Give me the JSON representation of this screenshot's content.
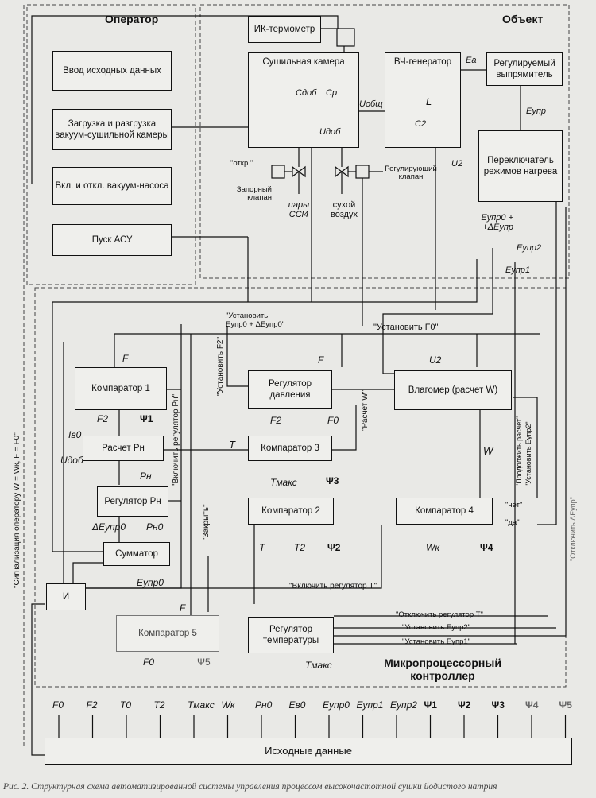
{
  "sections": {
    "operator": "Оператор",
    "object": "Объект",
    "controller": "Микропроцессорный контроллер"
  },
  "operator_boxes": {
    "input": "Ввод исходных данных",
    "load": "Загрузка и разгрузка вакуум-сушильной камеры",
    "pump": "Вкл. и откл. вакуум-насоса",
    "start": "Пуск АСУ"
  },
  "object_boxes": {
    "ir": "ИК-термометр",
    "chamber": "Сушильная камера",
    "hf": "ВЧ-генератор",
    "rect": "Регулируемый выпрямитель",
    "switch": "Переключатель режимов нагрева"
  },
  "controller_boxes": {
    "comp1": "Компаратор 1",
    "calc_pn": "Расчет Pн",
    "reg_pn": "Регулятор Pн",
    "summ": "Сумматор",
    "and": "И",
    "comp5": "Компаратор 5",
    "reg_p": "Регулятор давления",
    "comp3": "Компаратор 3",
    "comp2": "Компаратор 2",
    "reg_t": "Регулятор температуры",
    "moist": "Влагомер (расчет W)",
    "comp4": "Компаратор 4",
    "source": "Исходные данные"
  },
  "labels": {
    "cdob": "Cдоб",
    "cp": "Cр",
    "uobsh": "Uобщ",
    "udob": "Uдоб",
    "L": "L",
    "c2": "C2",
    "ea": "Eа",
    "eupr": "Eупр",
    "u2": "U2",
    "otkr": "\"откр.\"",
    "zapor": "Запорный клапан",
    "regkl": "Регулирующий клапан",
    "pary": "пары CCl4",
    "suhoy": "сухой воздух",
    "eupr0de": "Eупр0 + +ΔEупр",
    "eupr2": "Eупр2",
    "eupr1": "Eупр1",
    "ustanovit": "\"Установить Eупр0 + ΔEупр0\"",
    "ustF0": "\"Установить F0\"",
    "ustF2": "\"Установить F2\"",
    "vkl_pn": "\"Включить регулятор Pн\"",
    "raschetW": "\"Расчет W\"",
    "zakryt": "\"Закрыть\"",
    "signal": "\"Сигнализация оператору W = Wк, F = F0\"",
    "prodolzh": "\"Продолжить расчет\"",
    "ust_eupr2_v": "\"Установить Eупр2\"",
    "otkl_de": "\"Отключить ΔEупр\"",
    "net": "\"нет\"",
    "da": "\"да\"",
    "vkl_t": "\"Включить регулятор T\"",
    "otkl_t": "\"Отключить регулятор T\"",
    "ust_eupr2": "\"Установить Eупр2\"",
    "ust_eupr1": "\"Установить Eупр1\"",
    "F": "F",
    "F_b": "F",
    "F2": "F2",
    "psi1": "Ψ1",
    "Ie0": "Iв0",
    "Udob2": "Uдоб",
    "Pn": "Pн",
    "dE": "ΔEупр0",
    "Pn0": "Pн0",
    "Eupr0": "Eупр0",
    "F_reg": "F",
    "U2_m": "U2",
    "F2_p": "F2",
    "F0_p": "F0",
    "T": "T",
    "Tmax3": "Tмакс",
    "psi3": "Ψ3",
    "T2": "T",
    "T2_c": "T2",
    "psi2": "Ψ2",
    "W": "W",
    "Wk": "Wк",
    "psi4": "Ψ4",
    "F5": "F",
    "F0_5": "F0",
    "psi5": "Ψ5",
    "Tmax_t": "Tмакс"
  },
  "source_params": [
    "F0",
    "F2",
    "T0",
    "T2",
    "Tмакс",
    "Wк",
    "Pн0",
    "Eв0",
    "Eупр0",
    "Eупр1",
    "Eупр2",
    "Ψ1",
    "Ψ2",
    "Ψ3",
    "Ψ4",
    "Ψ5"
  ],
  "caption": "Рис. 2. Структурная схема автоматизированной системы управления процессом высокочастотной сушки йодистого натрия"
}
